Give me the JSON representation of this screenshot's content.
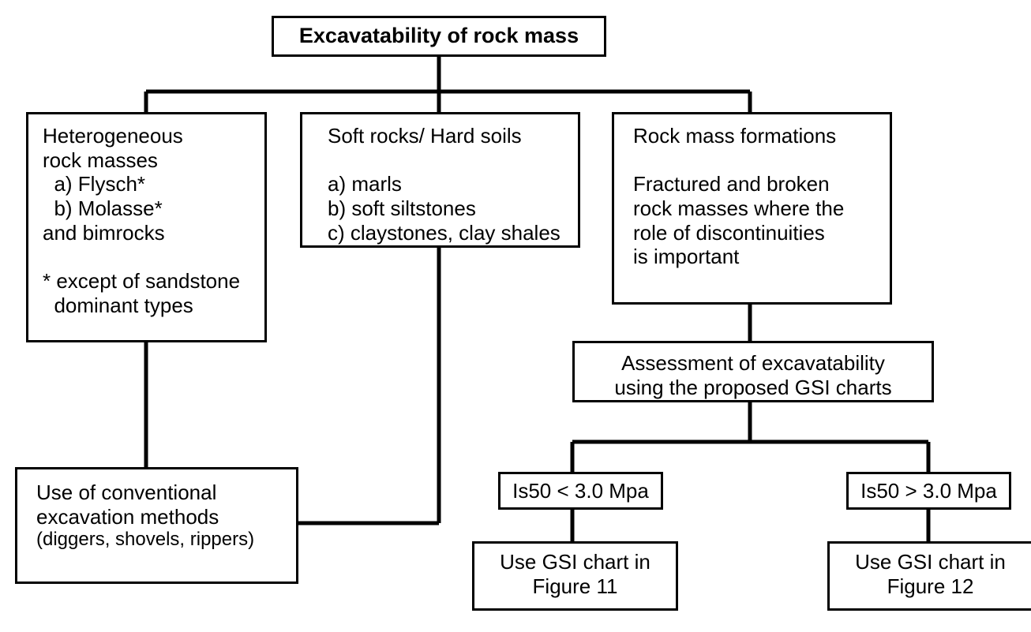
{
  "diagram": {
    "type": "flowchart",
    "title": "Excavatability of rock mass",
    "background_color": "#ffffff",
    "line_color": "#000000",
    "text_color": "#000000"
  },
  "nodes": {
    "root": {
      "label": "Excavatability of rock mass"
    },
    "heterogeneous": {
      "line1": "Heterogeneous",
      "line2": "rock masses",
      "line3": "  a) Flysch*",
      "line4": "  b) Molasse*",
      "line5": "and bimrocks",
      "line6": "",
      "line7": "* except of sandstone",
      "line8": "  dominant types"
    },
    "soft_rocks": {
      "line1": "Soft rocks/ Hard soils",
      "line2": "",
      "line3": "a) marls",
      "line4": "b) soft siltstones",
      "line5": "c) claystones, clay shales"
    },
    "rock_mass_formations": {
      "line1": "Rock mass formations",
      "line2": "",
      "line3": "Fractured and broken",
      "line4": "rock masses where the",
      "line5": "role of discontinuities",
      "line6": "is important"
    },
    "assessment": {
      "line1": "Assessment of excavatability",
      "line2": "using the proposed GSI charts"
    },
    "is50_low": {
      "label": "Is50 < 3.0 Mpa"
    },
    "is50_high": {
      "label": "Is50 > 3.0 Mpa"
    },
    "gsi_chart_11": {
      "line1": "Use GSI chart in",
      "line2": "Figure 11"
    },
    "gsi_chart_12": {
      "line1": "Use GSI chart in",
      "line2": "Figure 12"
    },
    "conventional": {
      "line1": "Use of conventional",
      "line2": "excavation methods",
      "line3": "(diggers, shovels, rippers)"
    }
  }
}
